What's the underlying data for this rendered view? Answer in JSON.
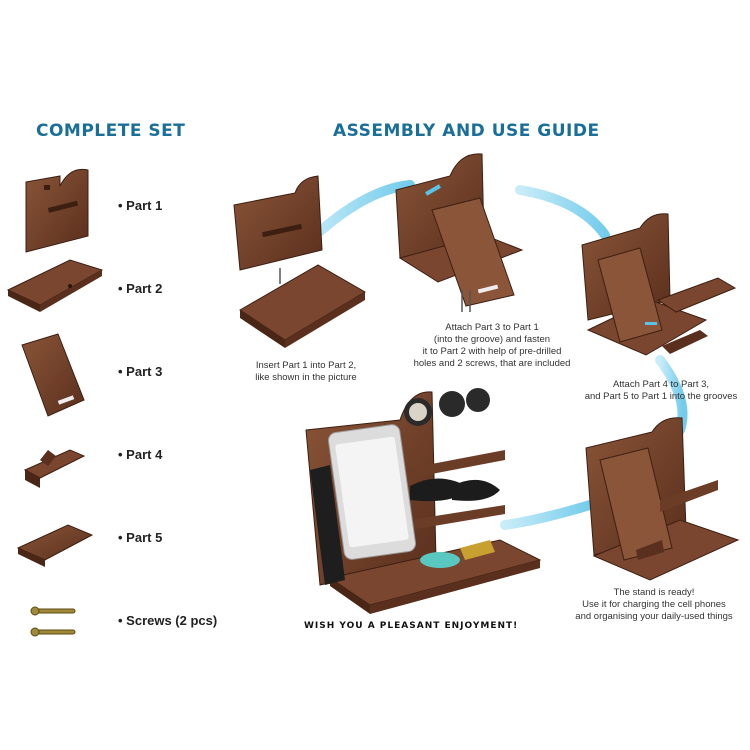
{
  "headings": {
    "complete_set": "COMPLETE SET",
    "assembly_guide": "ASSEMBLY AND USE GUIDE"
  },
  "parts": [
    {
      "label": "• Part 1"
    },
    {
      "label": "• Part 2"
    },
    {
      "label": "• Part 3"
    },
    {
      "label": "• Part 4"
    },
    {
      "label": "• Part 5"
    },
    {
      "label": "• Screws (2 pcs)"
    }
  ],
  "steps": {
    "step1": "Insert Part 1 into Part 2,\nlike shown in the picture",
    "step2": "Attach Part 3 to Part 1\n(into the groove) and fasten\nit to Part 2 with help of pre-drilled\nholes and 2 screws, that are included",
    "step3": "Attach Part 4 to Part 3,\nand Part 5 to Part 1 into the grooves",
    "step4": "The stand is ready!\nUse it for charging the cell phones\nand organising your daily-used things"
  },
  "footer": "WISH YOU A PLEASANT ENJOYMENT!",
  "colors": {
    "heading": "#1a6f99",
    "wood": "#6b3d27",
    "wood_light": "#8a5538",
    "wood_dark": "#4a2616",
    "arrow": "#5bc3e8"
  }
}
